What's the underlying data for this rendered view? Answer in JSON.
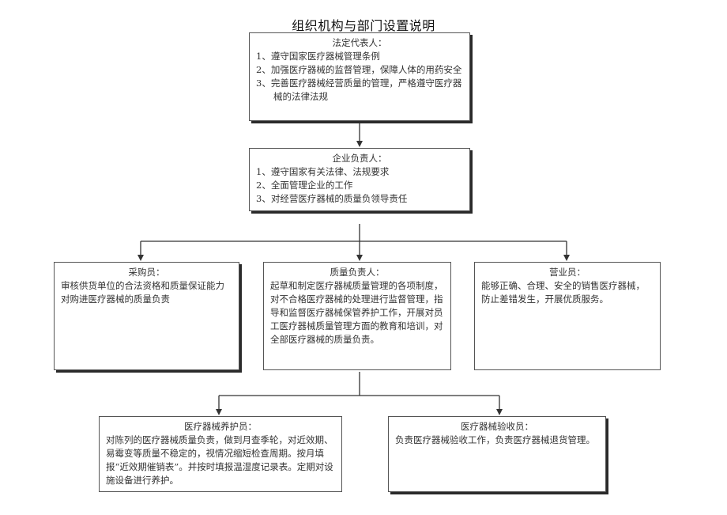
{
  "title": "组织机构与部门设置说明",
  "nodes": {
    "legal_rep": {
      "title": "法定代表人：",
      "items": [
        "1、遵守国家医疗器械管理条例",
        "2、加强医疗器械的监督管理，保障人体的用药安全",
        "3、完善医疗器械经营质量的管理，严格遵守医疗器械的法律法规"
      ]
    },
    "company_head": {
      "title": "企业负责人：",
      "items": [
        "1、遵守国家有关法律、法规要求",
        "2、全面管理企业的工作",
        "3、对经营医疗器械的质量负领导责任"
      ]
    },
    "purchaser": {
      "title": "采购员：",
      "body": "审核供货单位的合法资格和质量保证能力对购进医疗器械的质量负责"
    },
    "quality_head": {
      "title": "质量负责人：",
      "body": "起草和制定医疗器械质量管理的各项制度，对不合格医疗器械的处理进行监督管理，指导和监督医疗器械保管养护工作，开展对员工医疗器械质量管理方面的教育和培训，对全部医疗器械的质量负责。"
    },
    "sales": {
      "title": "营业员：",
      "body": "能够正确、合理、安全的销售医疗器械，防止差错发生，开展优质服务。"
    },
    "maintainer": {
      "title": "医疗器械养护员：",
      "body": "对陈列的医疗器械质量负责，做到月查季轮，对近效期、易霉变等质量不稳定的，视情况缩短检查周期。按月填报“近效期催销表”。并按时填报温湿度记录表。定期对设施设备进行养护。"
    },
    "inspector": {
      "title": "医疗器械验收员：",
      "body": "负责医疗器械验收工作，负责医疗器械退货管理。"
    }
  }
}
